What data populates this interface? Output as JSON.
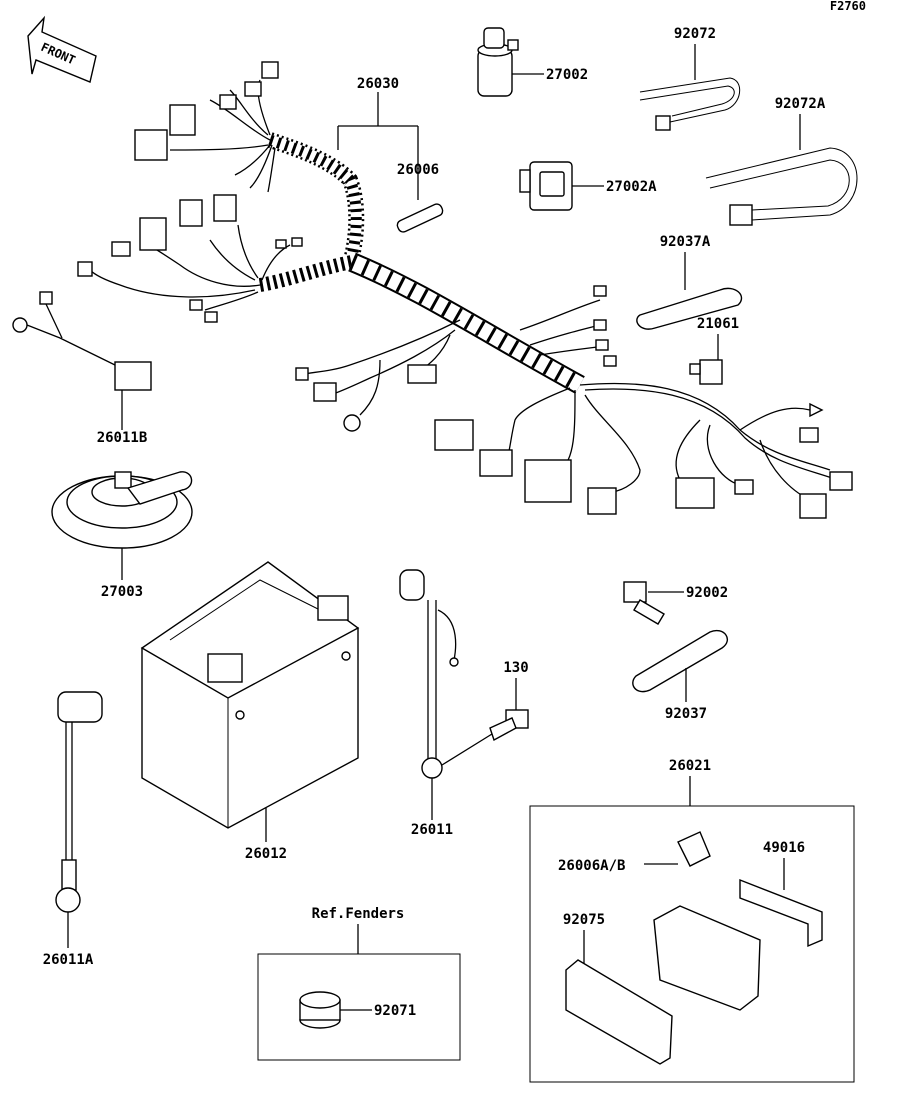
{
  "figure_code": "F2760",
  "front_label": "FRONT",
  "callouts": {
    "c26030": "26030",
    "c27002": "27002",
    "c92072": "92072",
    "c92072A": "92072A",
    "c26006": "26006",
    "c27002A": "27002A",
    "c92037A": "92037A",
    "c21061": "21061",
    "c26011B": "26011B",
    "c27003": "27003",
    "c92002": "92002",
    "c130": "130",
    "c92037": "92037",
    "c26012": "26012",
    "c26011": "26011",
    "c26011A": "26011A",
    "c26021": "26021",
    "c26006AB": "26006A/B",
    "c49016": "49016",
    "c92075": "92075",
    "c92071": "92071"
  },
  "ref_fenders": "Ref.Fenders"
}
